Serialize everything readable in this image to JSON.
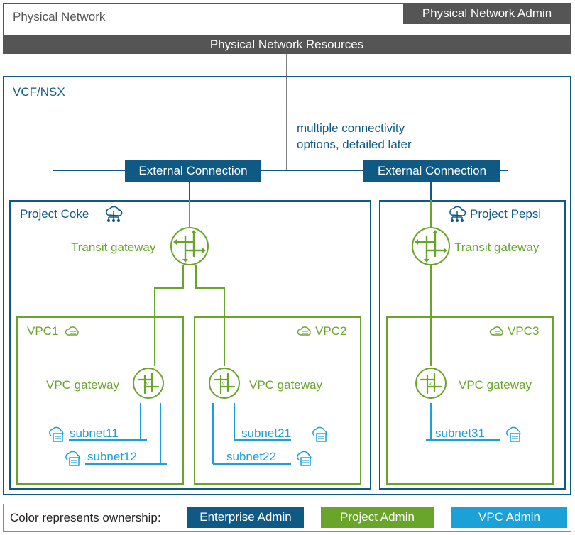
{
  "physical": {
    "title": "Physical Network",
    "admin_badge": "Physical Network Admin",
    "resources_bar": "Physical Network Resources"
  },
  "vcf": {
    "title": "VCF/NSX",
    "note_line1": "multiple connectivity",
    "note_line2": "options, detailed later",
    "ext_left": "External Connection",
    "ext_right": "External Connection"
  },
  "projects": {
    "coke": {
      "title": "Project Coke",
      "transit": "Transit gateway",
      "vpc1": {
        "title": "VPC1",
        "gateway": "VPC gateway",
        "subnet_a": "subnet11",
        "subnet_b": "subnet12"
      },
      "vpc2": {
        "title": "VPC2",
        "gateway": "VPC gateway",
        "subnet_a": "subnet21",
        "subnet_b": "subnet22"
      }
    },
    "pepsi": {
      "title": "Project Pepsi",
      "transit": "Transit gateway",
      "vpc3": {
        "title": "VPC3",
        "gateway": "VPC gateway",
        "subnet_a": "subnet31"
      }
    }
  },
  "legend": {
    "label": "Color represents ownership:",
    "enterprise": "Enterprise Admin",
    "project": "Project Admin",
    "vpc": "VPC Admin"
  },
  "colors": {
    "enterprise": "#0f5a85",
    "project": "#6aa52b",
    "vpc": "#1ba0d7",
    "physical": "#555555"
  }
}
